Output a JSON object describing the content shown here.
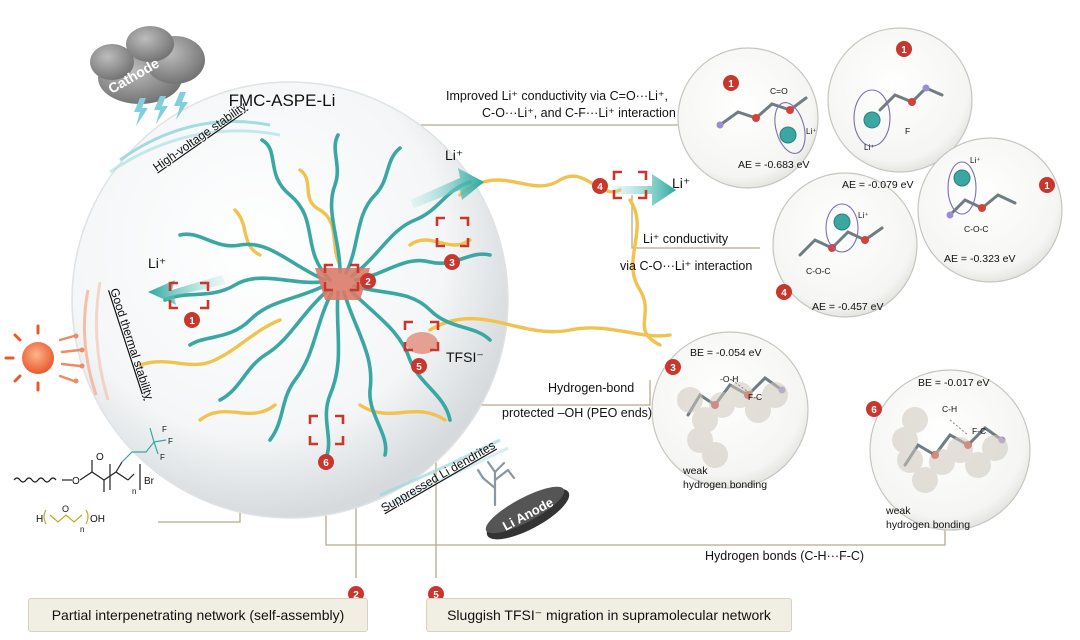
{
  "title": "FMC-ASPE-Li",
  "cathode": "Cathode",
  "anode": "Li Anode",
  "properties": {
    "high_voltage": "High-voltage stability",
    "thermal": "Good thermal stability",
    "dendrites": "Suppressed Li dendrites"
  },
  "labels": {
    "li_plus": "Li⁺",
    "tfsi": "TFSI⁻",
    "improved_line1": "Improved Li⁺ conductivity via C=O···Li⁺,",
    "improved_line2": "C-O···Li⁺, and C-F···Li⁺ interaction",
    "conductivity_line1": "Li⁺ conductivity",
    "conductivity_line2": "via C-O···Li⁺ interaction",
    "hbond_line1": "Hydrogen-bond",
    "hbond_line2": "protected –OH (PEO ends)",
    "hbonds_bottom": "Hydrogen bonds (C-H···F-C)"
  },
  "markers": [
    "1",
    "2",
    "3",
    "4",
    "5",
    "6"
  ],
  "bottom_boxes": {
    "network": "Partial interpenetrating network (self-assembly)",
    "migration": "Sluggish TFSI⁻ migration in supramolecular network"
  },
  "molecules": {
    "m1a": {
      "marker": "1",
      "energy": "AE = -0.683 eV",
      "group": "C=O",
      "ion": "Li⁺"
    },
    "m1b": {
      "marker": "1",
      "energy": "AE = -0.079 eV",
      "group": "F",
      "ion": "Li⁺"
    },
    "m1c": {
      "marker": "1",
      "energy": "AE = -0.323 eV",
      "group": "C-O-C",
      "ion": "Li⁺"
    },
    "m4": {
      "marker": "4",
      "energy": "AE = -0.457 eV",
      "group": "C-O-C",
      "ion": "Li⁺"
    },
    "m3": {
      "marker": "3",
      "energy": "BE = -0.054 eV",
      "donor": "-O-H",
      "acceptor": "F-C",
      "note1": "weak",
      "note2": "hydrogen bonding"
    },
    "m6": {
      "marker": "6",
      "energy": "BE = -0.017 eV",
      "donor": "C-H",
      "acceptor": "F-C",
      "note1": "weak",
      "note2": "hydrogen bonding"
    }
  },
  "chem": {
    "n": "n",
    "oh": "OH",
    "h": "H",
    "o": "O",
    "br": "Br",
    "f": "F"
  },
  "colors": {
    "chain_teal": "#3aa7a3",
    "chain_yellow": "#f2c24f",
    "marker_red": "#c8372d",
    "box_fill": "#f1eee4"
  }
}
